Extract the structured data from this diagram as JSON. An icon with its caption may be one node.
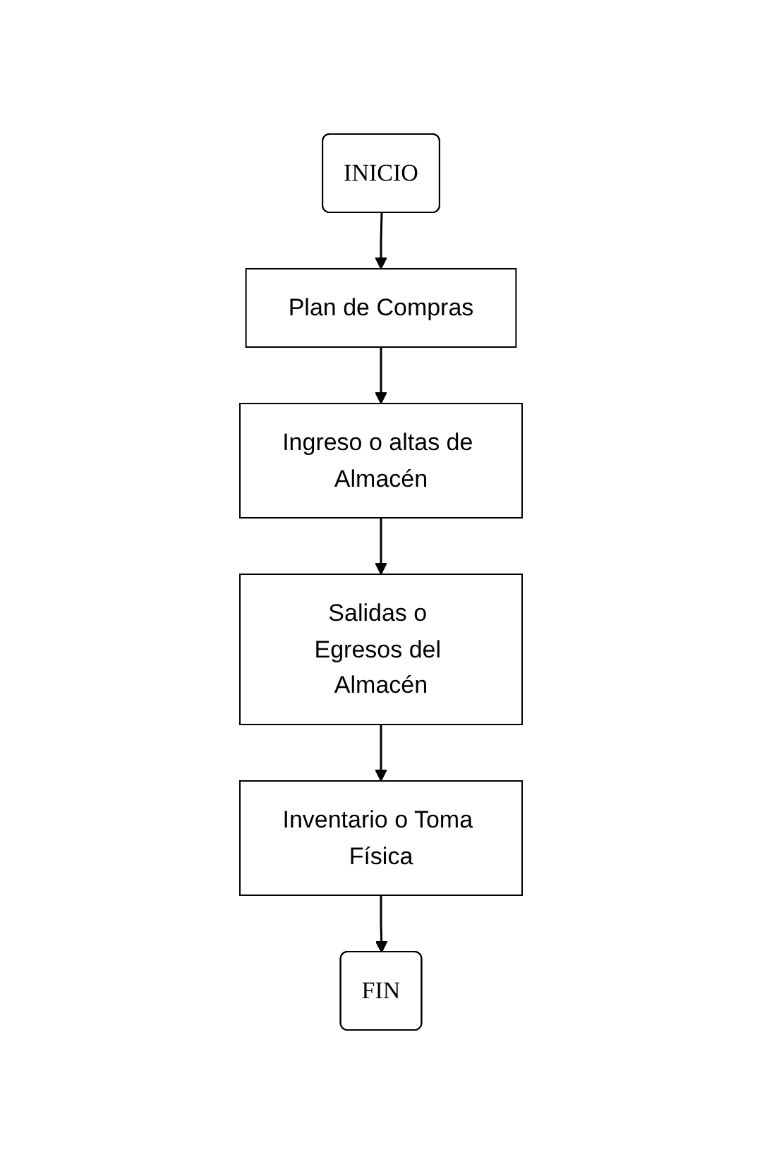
{
  "diagram": {
    "nodes": [
      {
        "text": [
          "INICIO"
        ]
      },
      {
        "text": [
          "Plan de Compras"
        ]
      },
      {
        "text": [
          "Ingreso o altas de Almacén"
        ]
      },
      {
        "text": [
          "Salidas o Egresos del Almacén"
        ]
      },
      {
        "text": [
          "Inventario o Toma Física"
        ]
      },
      {
        "text": [
          "FIN"
        ]
      }
    ],
    "edges": [
      {
        "from": 0,
        "to": 1,
        "arrow": "to"
      },
      {
        "from": 1,
        "to": 2,
        "arrow": "to"
      },
      {
        "from": 2,
        "to": 3,
        "arrow": "to"
      },
      {
        "from": 3,
        "to": 4,
        "arrow": "to"
      },
      {
        "from": 4,
        "to": 5,
        "arrow": "to"
      }
    ]
  }
}
